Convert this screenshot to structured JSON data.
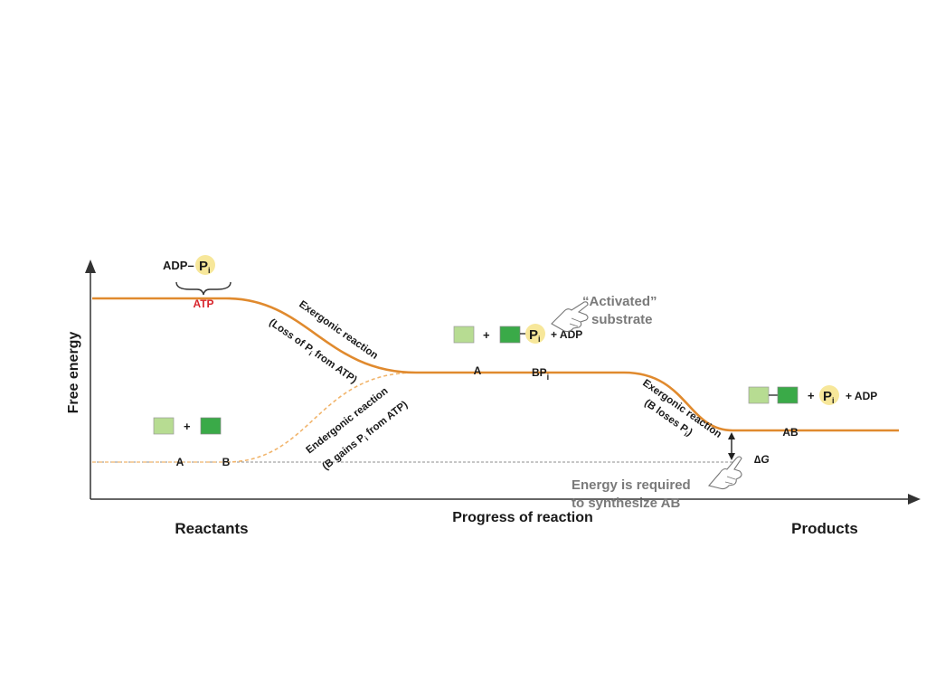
{
  "axes": {
    "ylabel": "Free energy",
    "xlabel": "Progress of reaction",
    "left_label": "Reactants",
    "right_label": "Products"
  },
  "atp": {
    "adp": "ADP–",
    "pi": "P",
    "pi_sub": "i",
    "atp": "ATP"
  },
  "reactants": {
    "plus": "+",
    "a": "A",
    "b": "B"
  },
  "exergonic_1": {
    "line1": "Exergonic reaction",
    "line2_pre": "(Loss of P",
    "line2_sub": "i",
    "line2_post": " from ATP)"
  },
  "endergonic": {
    "line1": "Endergonic reaction",
    "line2_pre": "(B gains P",
    "line2_sub": "i",
    "line2_post": " from ATP)"
  },
  "middle": {
    "plus": "+",
    "pi": "P",
    "pi_sub": "i",
    "adp": "+ ADP",
    "a": "A",
    "bp": "BP",
    "bp_sub": "i"
  },
  "activated": {
    "line1": "“Activated”",
    "line2": "substrate"
  },
  "exergonic_2": {
    "line1": "Exergonic reaction",
    "line2_pre": "(B loses P",
    "line2_sub": "i",
    "line2_post": ")"
  },
  "products": {
    "plus": "+",
    "pi": "P",
    "pi_sub": "i",
    "adp": "+ ADP",
    "ab": "AB"
  },
  "delta_g": {
    "delta": "∆",
    "g": "G"
  },
  "energy_note": {
    "line1": "Energy is required",
    "line2": "to synthesize AB"
  },
  "colors": {
    "curve": "#e08a2e",
    "dashed_curve": "#f1b46b",
    "dotted_line": "#8c8c8c",
    "axis": "#333333",
    "light_green": "#b7dc92",
    "dark_green": "#3aaa48",
    "pi_circle": "#f7e79a",
    "atp_red": "#d8262d"
  }
}
